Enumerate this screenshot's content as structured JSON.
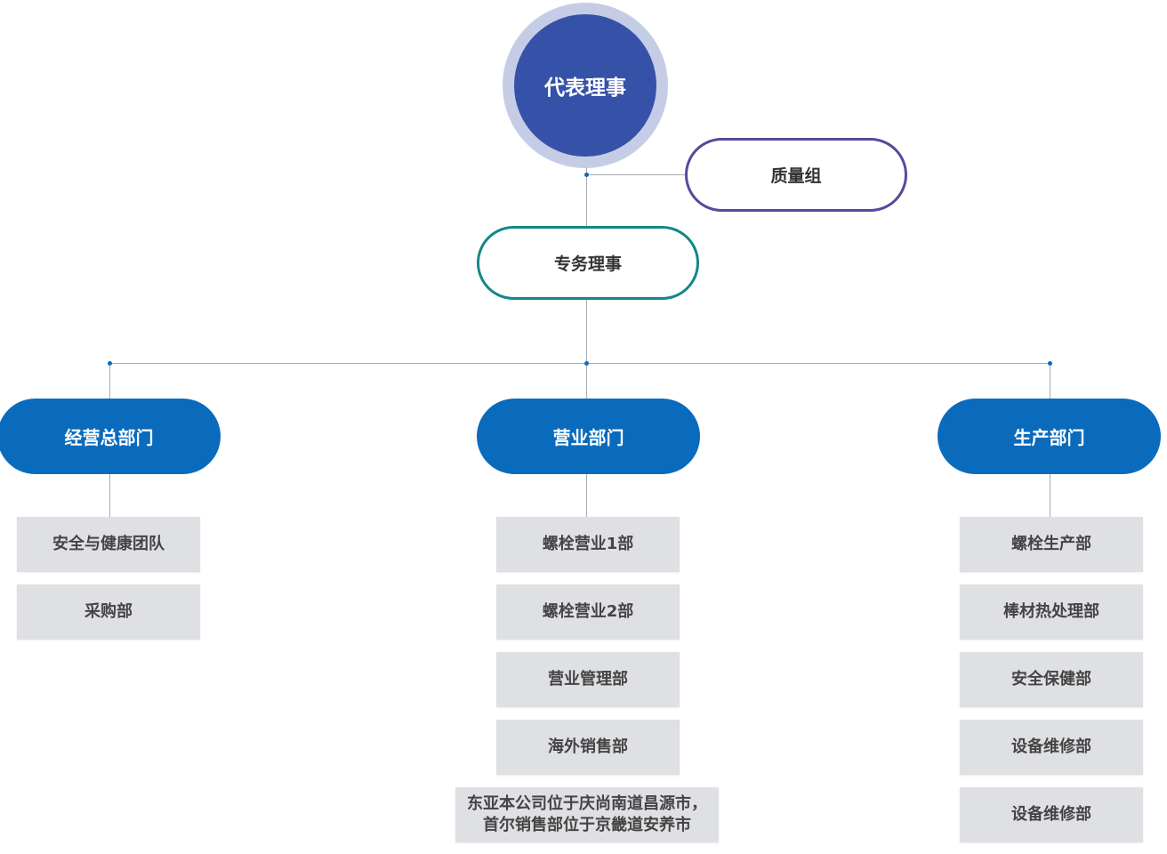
{
  "representative_director": "代表理事",
  "quality_group": "质量组",
  "executive_director": "专务理事",
  "departments": [
    {
      "name": "经营总部门",
      "teams": [
        "安全与健康团队",
        "采购部"
      ]
    },
    {
      "name": "营业部门",
      "teams": [
        "螺栓营业1部",
        "螺栓营业2部",
        "营业管理部",
        "海外销售部",
        "东亚本公司位于庆尚南道昌源市，\n首尔销售部位于京畿道安养市"
      ]
    },
    {
      "name": "生产部门",
      "teams": [
        "螺栓生产部",
        "棒材热处理部",
        "安全保健部",
        "设备维修部",
        "设备维修部"
      ]
    }
  ],
  "colors": {
    "ceo": "#3652a8",
    "ceo_ring": "#c5cde6",
    "quality_border": "#574a9a",
    "executive_border": "#14878a",
    "department": "#0a6bbd",
    "team_box": "#dfe0e3",
    "connector": "#a9abae",
    "junction_dot": "#0a6bbd"
  }
}
